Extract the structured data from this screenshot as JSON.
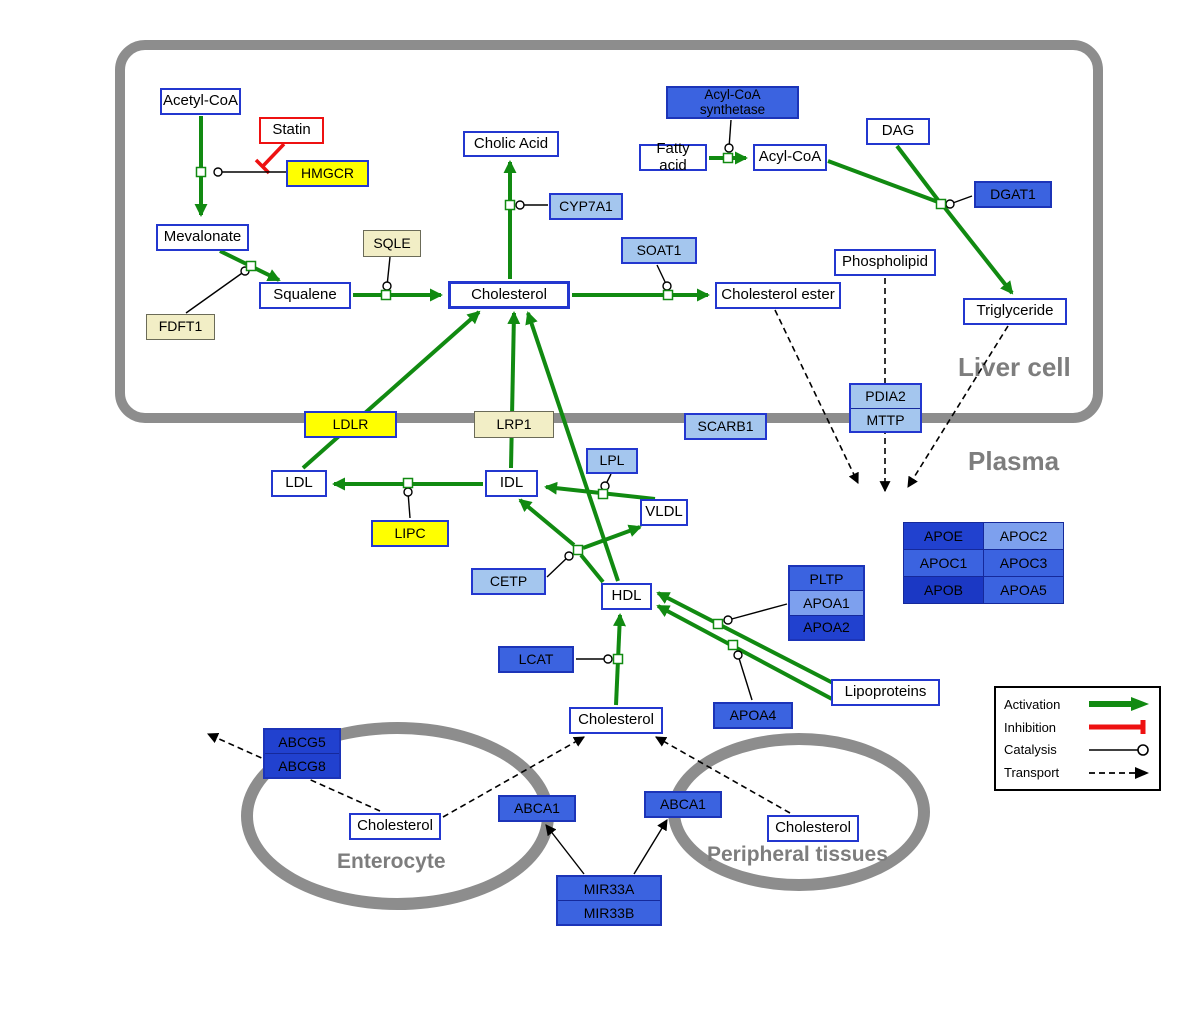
{
  "compartments": {
    "liver": "Liver cell",
    "plasma": "Plasma",
    "enterocyte": "Enterocyte",
    "peripheral": "Peripheral tissues"
  },
  "legend": {
    "activation": "Activation",
    "inhibition": "Inhibition",
    "catalysis": "Catalysis",
    "transport": "Transport"
  },
  "nodes": {
    "acetyl_coa": "Acetyl-CoA",
    "statin": "Statin",
    "hmgcr": "HMGCR",
    "mevalonate": "Mevalonate",
    "fdft1": "FDFT1",
    "squalene": "Squalene",
    "sqle": "SQLE",
    "cholesterol_liver": "Cholesterol",
    "cholic_acid": "Cholic Acid",
    "cyp7a1": "CYP7A1",
    "acyl_coa_synthetase": "Acyl-CoA\nsynthetase",
    "fatty_acid": "Fatty acid",
    "acyl_coa": "Acyl-CoA",
    "dag": "DAG",
    "dgat1": "DGAT1",
    "soat1": "SOAT1",
    "cholesterol_ester": "Cholesterol ester",
    "phospholipid": "Phospholipid",
    "triglyceride": "Triglyceride",
    "pdia2": "PDIA2",
    "mttp": "MTTP",
    "ldlr": "LDLR",
    "lrp1": "LRP1",
    "scarb1": "SCARB1",
    "ldl": "LDL",
    "idl": "IDL",
    "lpl": "LPL",
    "vldl": "VLDL",
    "lipc": "LIPC",
    "cetp": "CETP",
    "hdl": "HDL",
    "pltp": "PLTP",
    "apoa1": "APOA1",
    "apoa2": "APOA2",
    "apoe": "APOE",
    "apoc2": "APOC2",
    "apoc1": "APOC1",
    "apoc3": "APOC3",
    "apob": "APOB",
    "apoa5": "APOA5",
    "lcat": "LCAT",
    "apoa4": "APOA4",
    "lipoproteins": "Lipoproteins",
    "cholesterol_plasma": "Cholesterol",
    "abcg5": "ABCG5",
    "abcg8": "ABCG8",
    "cholesterol_enterocyte": "Cholesterol",
    "abca1_enterocyte": "ABCA1",
    "abca1_peripheral": "ABCA1",
    "cholesterol_peripheral": "Cholesterol",
    "mir33a": "MIR33A",
    "mir33b": "MIR33B"
  },
  "colors": {
    "activation_green": "#118a11",
    "inhibition_red": "#ee1111",
    "metabolite_border_blue": "#2337cf",
    "enzyme_yellow": "#ffff00",
    "enzyme_cream": "#f2eec6",
    "enzyme_light_blue": "#a4c6ee",
    "enzyme_blue": "#3b63e0",
    "enzyme_blue_light": "#7da0ee",
    "enzyme_blue_dark": "#2141cf",
    "compartment_gray": "#8d8d8d"
  }
}
